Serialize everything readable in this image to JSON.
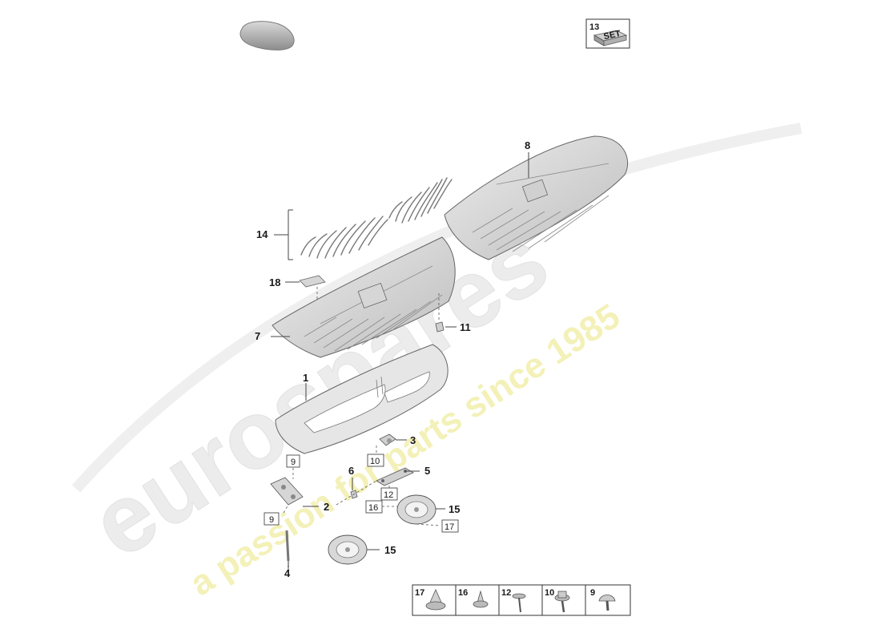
{
  "watermark": {
    "brand": "eurospares",
    "tagline": "a passion for parts since 1985"
  },
  "set_badge": {
    "number": "13",
    "text": "SET"
  },
  "callouts": [
    {
      "id": "c1",
      "label": "1"
    },
    {
      "id": "c2",
      "label": "2"
    },
    {
      "id": "c3",
      "label": "3"
    },
    {
      "id": "c4",
      "label": "4"
    },
    {
      "id": "c5",
      "label": "5"
    },
    {
      "id": "c6",
      "label": "6"
    },
    {
      "id": "c7",
      "label": "7"
    },
    {
      "id": "c8",
      "label": "8"
    },
    {
      "id": "c11",
      "label": "11"
    },
    {
      "id": "c14",
      "label": "14"
    },
    {
      "id": "c15a",
      "label": "15"
    },
    {
      "id": "c15b",
      "label": "15"
    },
    {
      "id": "c18",
      "label": "18"
    }
  ],
  "boxed_callouts": [
    {
      "id": "b9a",
      "label": "9"
    },
    {
      "id": "b9b",
      "label": "9"
    },
    {
      "id": "b10",
      "label": "10"
    },
    {
      "id": "b12",
      "label": "12"
    },
    {
      "id": "b16",
      "label": "16"
    },
    {
      "id": "b17",
      "label": "17"
    }
  ],
  "fastener_legend": [
    {
      "number": "17",
      "icon": "clip-nut-icon"
    },
    {
      "number": "16",
      "icon": "clip-icon"
    },
    {
      "number": "12",
      "icon": "bolt-icon"
    },
    {
      "number": "10",
      "icon": "flange-screw-icon"
    },
    {
      "number": "9",
      "icon": "rivet-icon"
    }
  ]
}
